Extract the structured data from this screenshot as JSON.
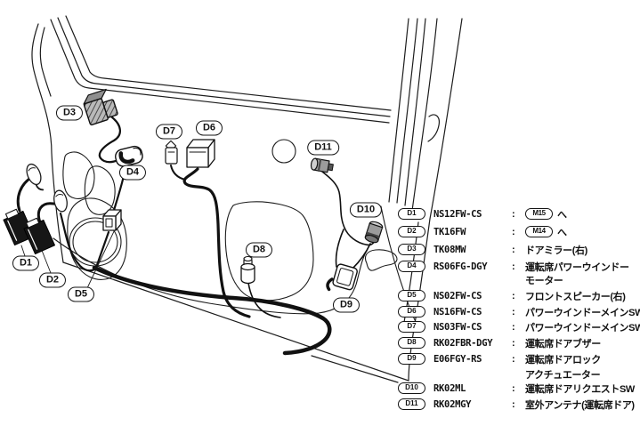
{
  "diagram": {
    "labels": [
      {
        "text": "D1"
      },
      {
        "text": "D2"
      },
      {
        "text": "D3"
      },
      {
        "text": "D4"
      },
      {
        "text": "D5"
      },
      {
        "text": "D6"
      },
      {
        "text": "D7"
      },
      {
        "text": "D8"
      },
      {
        "text": "D9"
      },
      {
        "text": "D10"
      },
      {
        "text": "D11"
      }
    ]
  },
  "legend": {
    "colon": ":",
    "rows": [
      {
        "id": "D1",
        "part": "NS12FW-CS",
        "link": "M15",
        "desc": "へ"
      },
      {
        "id": "D2",
        "part": "TK16FW",
        "link": "M14",
        "desc": "へ"
      },
      {
        "id": "D3",
        "part": "TK08MW",
        "desc": "ドアミラー(右)"
      },
      {
        "id": "D4",
        "part": "RS06FG-DGY",
        "desc": "運転席パワーウインドー",
        "desc2": "モーター"
      },
      {
        "id": "D5",
        "part": "NS02FW-CS",
        "desc": "フロントスピーカー(右)"
      },
      {
        "id": "D6",
        "part": "NS16FW-CS",
        "desc": "パワーウインドーメインSW"
      },
      {
        "id": "D7",
        "part": "NS03FW-CS",
        "desc": "パワーウインドーメインSW"
      },
      {
        "id": "D8",
        "part": "RK02FBR-DGY",
        "desc": "運転席ドアブザー"
      },
      {
        "id": "D9",
        "part": "E06FGY-RS",
        "desc": "運転席ドアロック",
        "desc2": "アクチュエーター"
      },
      {
        "id": "D10",
        "part": "RK02ML",
        "desc": "運転席ドアリクエストSW"
      },
      {
        "id": "D11",
        "part": "RK02MGY",
        "desc": "室外アンテナ(運転席ドア)"
      }
    ]
  }
}
